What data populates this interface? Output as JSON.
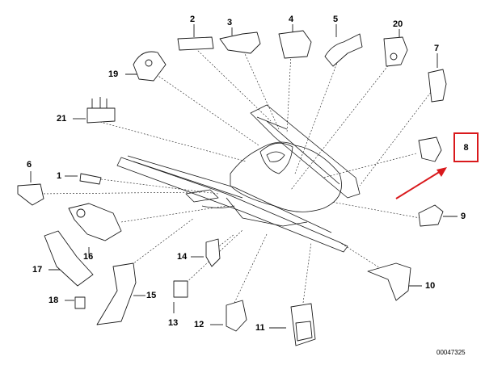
{
  "labels": {
    "p1": "1",
    "p2": "2",
    "p3": "3",
    "p4": "4",
    "p5": "5",
    "p6": "6",
    "p7": "7",
    "p8": "8",
    "p9": "9",
    "p10": "10",
    "p11": "11",
    "p12": "12",
    "p13": "13",
    "p14": "14",
    "p15": "15",
    "p16": "16",
    "p17": "17",
    "p18": "18",
    "p19": "19",
    "p20": "20",
    "p21": "21"
  },
  "reference_number": "00047325",
  "colors": {
    "line": "#1a1a1a",
    "highlight": "#d9191c",
    "background": "#ffffff"
  }
}
